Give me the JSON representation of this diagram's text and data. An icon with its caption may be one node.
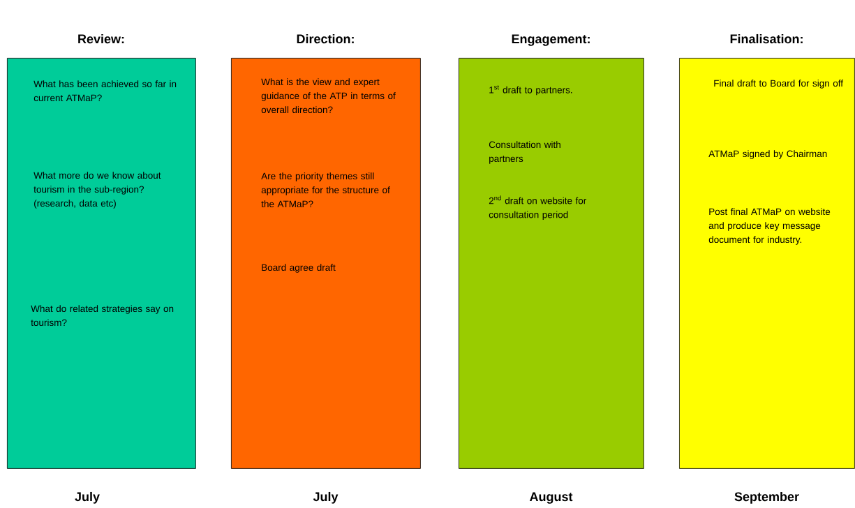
{
  "diagram": {
    "nodes": [
      {
        "text": [
          "Review:",
          "What has been achieved so far in current ATMaP?",
          "What more do we know about tourism in the sub-region? (research, data etc)",
          "What do related strategies say on tourism?"
        ],
        "beside": [
          "July"
        ]
      },
      {
        "text": [
          "Direction:",
          "What is the view and expert guidance of the ATP in terms of overall direction?",
          "Are the priority themes still appropriate for the structure of the ATMaP?",
          "Board agree draft"
        ],
        "beside": [
          "July"
        ]
      },
      {
        "text": [
          "Engagement:",
          "1$^{st}$ draft to partners.",
          "Consultation with partners",
          "2$^{nd}$ draft on website for consultation period"
        ],
        "beside": [
          "August"
        ]
      },
      {
        "text": [
          "Finalisation:",
          "Final draft to Board for sign off",
          "ATMaP signed by Chairman",
          "Post final ATMaP on website and produce key message document for industry."
        ],
        "beside": [
          "September"
        ]
      }
    ]
  }
}
